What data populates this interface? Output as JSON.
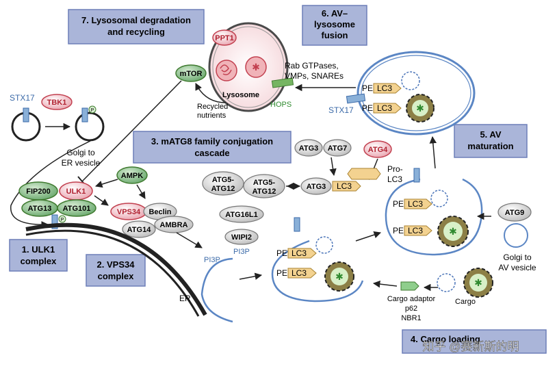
{
  "steps": {
    "s1": "1. ULK1",
    "s1b": "complex",
    "s2": "2. VPS34",
    "s2b": "complex",
    "s3": "3. mATG8 family conjugation",
    "s3b": "cascade",
    "s4": "4. Cargo loading",
    "s5": "5. AV",
    "s5b": "maturation",
    "s6": "6. AV–",
    "s6b": "lysosome",
    "s6c": "fusion",
    "s7": "7. Lysosomal degradation",
    "s7b": "and recycling"
  },
  "proteins": {
    "ppt1": "PPT1",
    "mtor": "mTOR",
    "lysosome": "Lysosome",
    "hops": "HOPS",
    "recycled": "Recycled",
    "nutrients": "nutrients",
    "rab1": "Rab GTPases,",
    "rab2": "VMPs, SNAREs",
    "stx17_top": "STX17",
    "stx17_left": "STX17",
    "tbk1": "TBK1",
    "p1": "P",
    "p2": "P",
    "golgi_er1": "Golgi to",
    "golgi_er2": "ER vesicle",
    "ampk": "AMPK",
    "fip200": "FIP200",
    "ulk1": "ULK1",
    "atg13": "ATG13",
    "atg101": "ATG101",
    "vps34": "VPS34",
    "beclin": "Beclin",
    "atg14": "ATG14",
    "ambra": "AMBRA",
    "atg3_top": "ATG3",
    "atg7": "ATG7",
    "atg4": "ATG4",
    "pro_lc3_1": "Pro-",
    "pro_lc3_2": "LC3",
    "atg5_a1": "ATG5-",
    "atg5_a2": "ATG12",
    "atg5_b1": "ATG5-",
    "atg5_b2": "ATG12",
    "atg3_mid": "ATG3",
    "lc3_mid": "LC3",
    "atg16l1": "ATG16L1",
    "wipi2": "WIPI2",
    "pi3p_1": "PI3P",
    "pi3p_2": "PI3P",
    "er": "ER",
    "pe": "PE",
    "lc3": "LC3",
    "atg9": "ATG9",
    "golgi_av1": "Golgi to",
    "golgi_av2": "AV vesicle",
    "cargo_adaptor": "Cargo adaptor",
    "p62": "p62",
    "nbr1": "NBR1",
    "cargo": "Cargo"
  },
  "watermark": "知乎 @赛新斯的明",
  "colors": {
    "box_fill": "#aab5d9",
    "box_stroke": "#6d7fb8",
    "membrane": "#5b86c4",
    "green_pill": "#6aa870",
    "red_pill": "#e6a8b2",
    "grey_pill": "#c9c9c9",
    "lc3_fill": "#f3d290",
    "cargo_fill": "#8c7f46"
  }
}
